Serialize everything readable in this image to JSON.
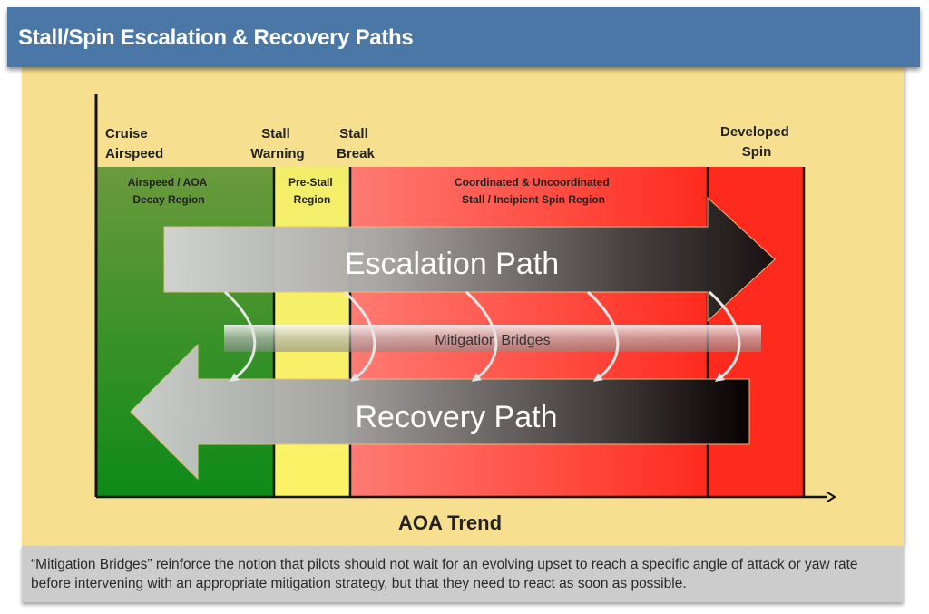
{
  "header": {
    "title": "Stall/Spin Escalation & Recovery Paths"
  },
  "diagram": {
    "axis_label": "AOA Trend",
    "milestones": [
      {
        "id": "cruise",
        "lines": [
          "Cruise",
          "Airspeed"
        ]
      },
      {
        "id": "stall-warning",
        "lines": [
          "Stall",
          "Warning"
        ]
      },
      {
        "id": "stall-break",
        "lines": [
          "Stall",
          "Break"
        ]
      },
      {
        "id": "developed-spin",
        "lines": [
          "Developed",
          "Spin"
        ]
      }
    ],
    "regions": [
      {
        "id": "decay",
        "lines": [
          "Airspeed / AOA",
          "Decay Region"
        ],
        "color_top": "#6b9a3c",
        "color_bottom": "#0d8a18"
      },
      {
        "id": "pre-stall",
        "lines": [
          "Pre-Stall",
          "Region"
        ],
        "color_top": "#f3ee6a",
        "color_bottom": "#fbf266"
      },
      {
        "id": "stall-incipient",
        "lines": [
          "Coordinated & Uncoordinated",
          "Stall / Incipient Spin Region"
        ],
        "color_left": "#ff7b73",
        "color_right": "#ff2a1e"
      },
      {
        "id": "developed-spin",
        "lines": [],
        "color": "#ff2a1e"
      }
    ],
    "escalation_path": {
      "label": "Escalation Path"
    },
    "recovery_path": {
      "label": "Recovery Path"
    },
    "mitigation_bridges": {
      "label": "Mitigation Bridges",
      "count": 5
    }
  },
  "caption": {
    "text": "“Mitigation Bridges” reinforce the notion that pilots should not wait for an evolving upset to reach a specific angle of attack or yaw rate before intervening with an appropriate mitigation strategy, but that they need to react as soon as possible."
  }
}
